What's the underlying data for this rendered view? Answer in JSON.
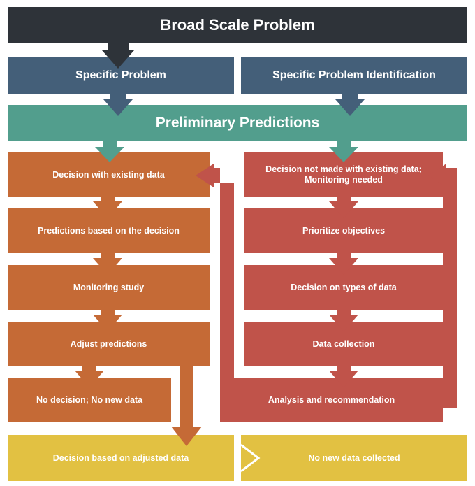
{
  "colors": {
    "dark": "#2e3339",
    "blue": "#445f79",
    "teal": "#529e8d",
    "orange": "#c56a36",
    "red": "#c0534a",
    "yellow": "#e2c142"
  },
  "header": {
    "title": "Broad Scale Problem"
  },
  "problems": {
    "left": "Specific Problem",
    "right": "Specific Problem Identification"
  },
  "predictions": {
    "title": "Preliminary Predictions"
  },
  "left_column": {
    "step1": "Decision with existing data",
    "step2": "Predictions based on the decision",
    "step3": "Monitoring study",
    "step4": "Adjust predictions",
    "step5": "No decision; No new data"
  },
  "right_column": {
    "step1": "Decision not made with existing data; Monitoring needed",
    "step2": "Prioritize objectives",
    "step3": "Decision on types of data",
    "step4": "Data collection",
    "step5": "Analysis and recommendation"
  },
  "outcomes": {
    "left": "Decision based on adjusted data",
    "right": "No new data collected"
  }
}
